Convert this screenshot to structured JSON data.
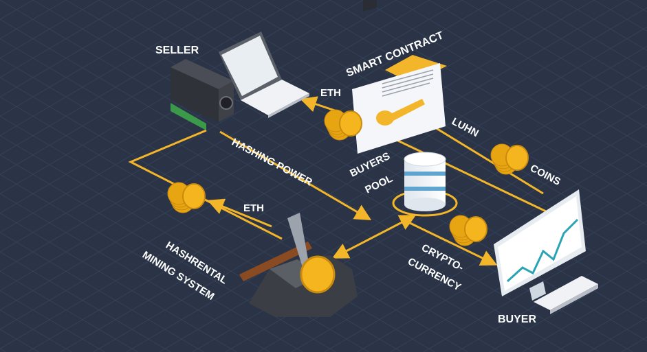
{
  "diagram": {
    "labels": {
      "seller": "SELLER",
      "smart_contract": "SMART CONTRACT",
      "eth_top": "ETH",
      "luhn": "LUHN",
      "coins": "COINS",
      "buyers": "BUYERS",
      "pool": "POOL",
      "hashing_power": "HASHING POWER",
      "eth_left": "ETH",
      "crypto": "CRYPTO-",
      "currency": "CURRENCY",
      "hashrental": "HASHRENTAL",
      "mining_system": "MINING SYSTEM",
      "buyer": "BUYER"
    },
    "colors": {
      "background": "#2a3446",
      "grid": "#3a4660",
      "flow_line": "#f3b52a",
      "coin": "#f5b51e",
      "database": "#5fa5cf",
      "chart": "#2aa4b5"
    },
    "icons": [
      "mining-rig-icon",
      "laptop-icon",
      "smart-contract-icon",
      "key-icon",
      "database-icon",
      "monitor-icon",
      "keyboard-icon",
      "pickaxe-icon",
      "rock-icon",
      "coin-stack-icon"
    ]
  }
}
